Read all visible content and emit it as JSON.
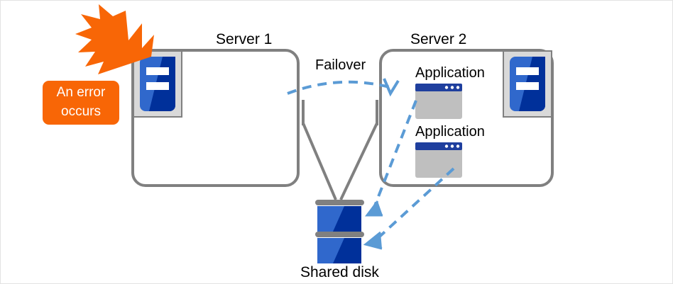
{
  "diagram": {
    "title_server1": "Server 1",
    "title_server2": "Server 2",
    "failover_label": "Failover",
    "shared_disk_label": "Shared disk",
    "error_line1": "An error",
    "error_line2": "occurs",
    "app_label_1": "Application",
    "app_label_2": "Application",
    "icons": {
      "server1": "server-icon",
      "server2": "server-icon",
      "app1": "application-window-icon",
      "app2": "application-window-icon",
      "disk": "shared-disk-icon",
      "error": "error-burst-icon"
    },
    "colors": {
      "accent_orange": "#f86606",
      "border_gray": "#808080",
      "icon_blue_light": "#3068cc",
      "icon_blue_dark": "#00309a",
      "arrow_blue": "#5b9bd5",
      "app_body_gray": "#bfbfbf",
      "app_titlebar_blue": "#1f3f9e",
      "icon_frame_gray": "#d9d9d9",
      "page_background": "#ffffff"
    }
  }
}
